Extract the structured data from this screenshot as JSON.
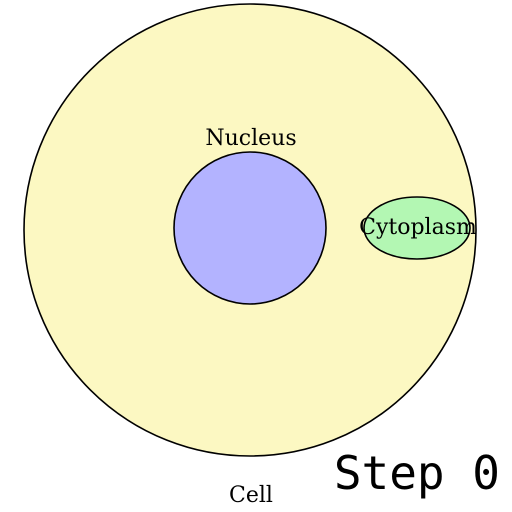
{
  "diagram": {
    "cell": {
      "label": "Cell",
      "fill": "#fcf8c2",
      "stroke": "#000000"
    },
    "nucleus": {
      "label": "Nucleus",
      "fill": "#b3b3ff",
      "stroke": "#000000"
    },
    "cytoplasm": {
      "label": "Cytoplasm",
      "fill": "#b3f7b3",
      "stroke": "#000000"
    }
  },
  "step": {
    "label": "Step 0"
  }
}
